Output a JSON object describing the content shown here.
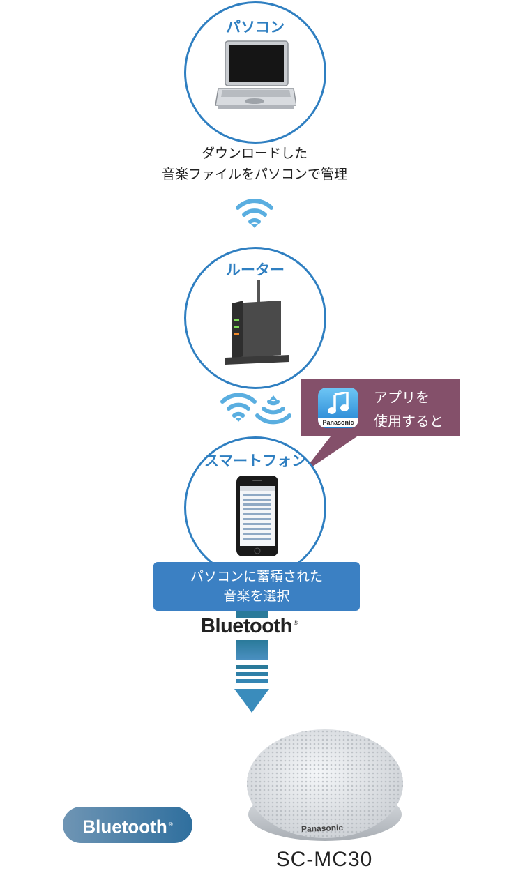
{
  "pc": {
    "label": "パソコン",
    "caption_line1": "ダウンロードした",
    "caption_line2": "音楽ファイルをパソコンで管理"
  },
  "router": {
    "label": "ルーター"
  },
  "smartphone": {
    "label": "スマートフォン"
  },
  "app_bubble": {
    "line1": "アプリを",
    "line2": "使用すると",
    "app_icon_brand": "Panasonic",
    "color": "#84506a"
  },
  "select_box": {
    "line1": "パソコンに蓄積された",
    "line2": "音楽を選択",
    "color": "#3b80c3"
  },
  "bluetooth_label": {
    "text": "Bluetooth",
    "mark": "®"
  },
  "speaker": {
    "brand": "Panasonic",
    "model": "SC-MC30"
  },
  "badge": {
    "text": "Bluetooth",
    "mark": "®"
  },
  "colors": {
    "accent": "#2f7fc1",
    "wifi": "#5aaee0",
    "arrow": "#2a7a9a"
  },
  "icons": [
    "laptop-icon",
    "wifi-icon",
    "router-icon",
    "smartphone-icon",
    "music-app-icon",
    "speaker-icon",
    "down-arrow-icon"
  ]
}
